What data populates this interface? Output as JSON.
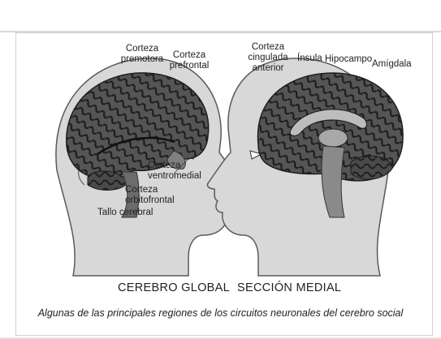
{
  "labels": {
    "premotora": "Corteza\npremotora",
    "prefrontal": "Corteza\nprefrontal",
    "ventromedial": "Corteza\nventromedial",
    "orbitofrontal": "Corteza\norbitofrontal",
    "tallo": "Tallo cerebral",
    "cingulada": "Corteza\ncingulada\nanterior",
    "insula": "Ínsula",
    "hipocampo": "Hipocampo",
    "amigdala": "Amígdala"
  },
  "titles": {
    "global": "CEREBRO GLOBAL",
    "medial": "SECCIÓN MEDIAL"
  },
  "caption": "Algunas de las principales regiones de los circuitos neuronales del cerebro social",
  "colors": {
    "head_fill": "#dcdcdc",
    "brain_fill": "#4a4a4a",
    "brain_dark": "#1f1f1f",
    "outline": "#555555"
  }
}
